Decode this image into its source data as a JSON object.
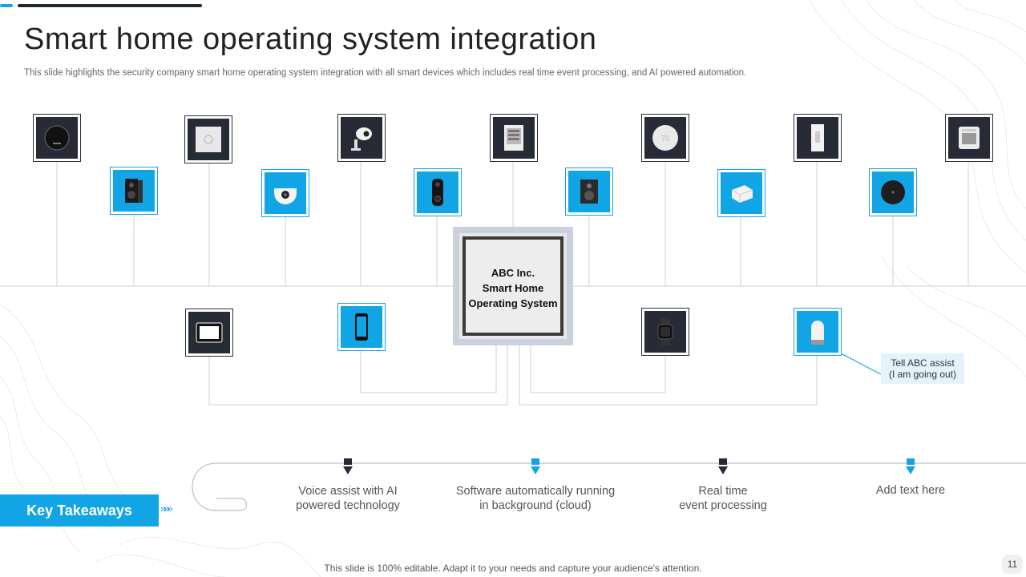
{
  "title": "Smart home operating system integration",
  "subtitle": "This slide highlights the security company smart home operating system integration with all smart devices which includes real time event processing, and AI powered automation.",
  "hub": {
    "line1": "ABC Inc.",
    "line2": "Smart Home",
    "line3": "Operating System"
  },
  "devices": [
    {
      "name": "robot-vacuum-icon"
    },
    {
      "name": "smart-switch-icon"
    },
    {
      "name": "security-camera-icon"
    },
    {
      "name": "smart-panel-icon"
    },
    {
      "name": "thermostat-icon"
    },
    {
      "name": "door-sensor-icon"
    },
    {
      "name": "air-purifier-icon"
    },
    {
      "name": "speaker-icon"
    },
    {
      "name": "dome-camera-icon"
    },
    {
      "name": "video-doorbell-icon"
    },
    {
      "name": "subwoofer-icon"
    },
    {
      "name": "smart-plug-icon"
    },
    {
      "name": "smart-hub-icon"
    },
    {
      "name": "tablet-icon"
    },
    {
      "name": "smartphone-icon"
    },
    {
      "name": "smartwatch-icon"
    },
    {
      "name": "voice-assistant-icon"
    }
  ],
  "assist_callout": {
    "line1": "Tell ABC assist",
    "line2": "(I am going out)"
  },
  "key_takeaways": {
    "label": "Key Takeaways",
    "items": [
      {
        "line1": "Voice assist with AI",
        "line2": "powered technology"
      },
      {
        "line1": "Software automatically running",
        "line2": "in background (cloud)"
      },
      {
        "line1": "Real time",
        "line2": "event processing"
      },
      {
        "line1": "Add text here",
        "line2": ""
      }
    ]
  },
  "footer": "This slide is 100% editable. Adapt it to your needs and capture your audience's attention.",
  "page_number": "11",
  "colors": {
    "accent": "#12a5e6",
    "dark": "#262b36"
  }
}
